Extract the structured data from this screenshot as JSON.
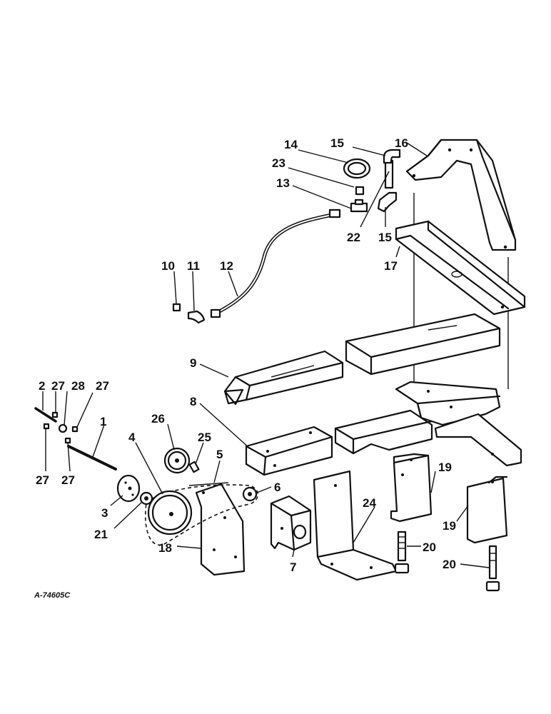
{
  "diagram": {
    "reference_code": "A-74605C",
    "callouts": {
      "c1": "1",
      "c2": "2",
      "c3": "3",
      "c4": "4",
      "c5": "5",
      "c6": "6",
      "c7": "7",
      "c8": "8",
      "c9": "9",
      "c10": "10",
      "c11": "11",
      "c12": "12",
      "c13": "13",
      "c14": "14",
      "c15a": "15",
      "c15b": "15",
      "c16": "16",
      "c17": "17",
      "c18": "18",
      "c19a": "19",
      "c19b": "19",
      "c20a": "20",
      "c20b": "20",
      "c21": "21",
      "c22": "22",
      "c23": "23",
      "c24": "24",
      "c25": "25",
      "c26": "26",
      "c27a": "27",
      "c27b": "27",
      "c27c": "27",
      "c27d": "27",
      "c28": "28"
    }
  }
}
